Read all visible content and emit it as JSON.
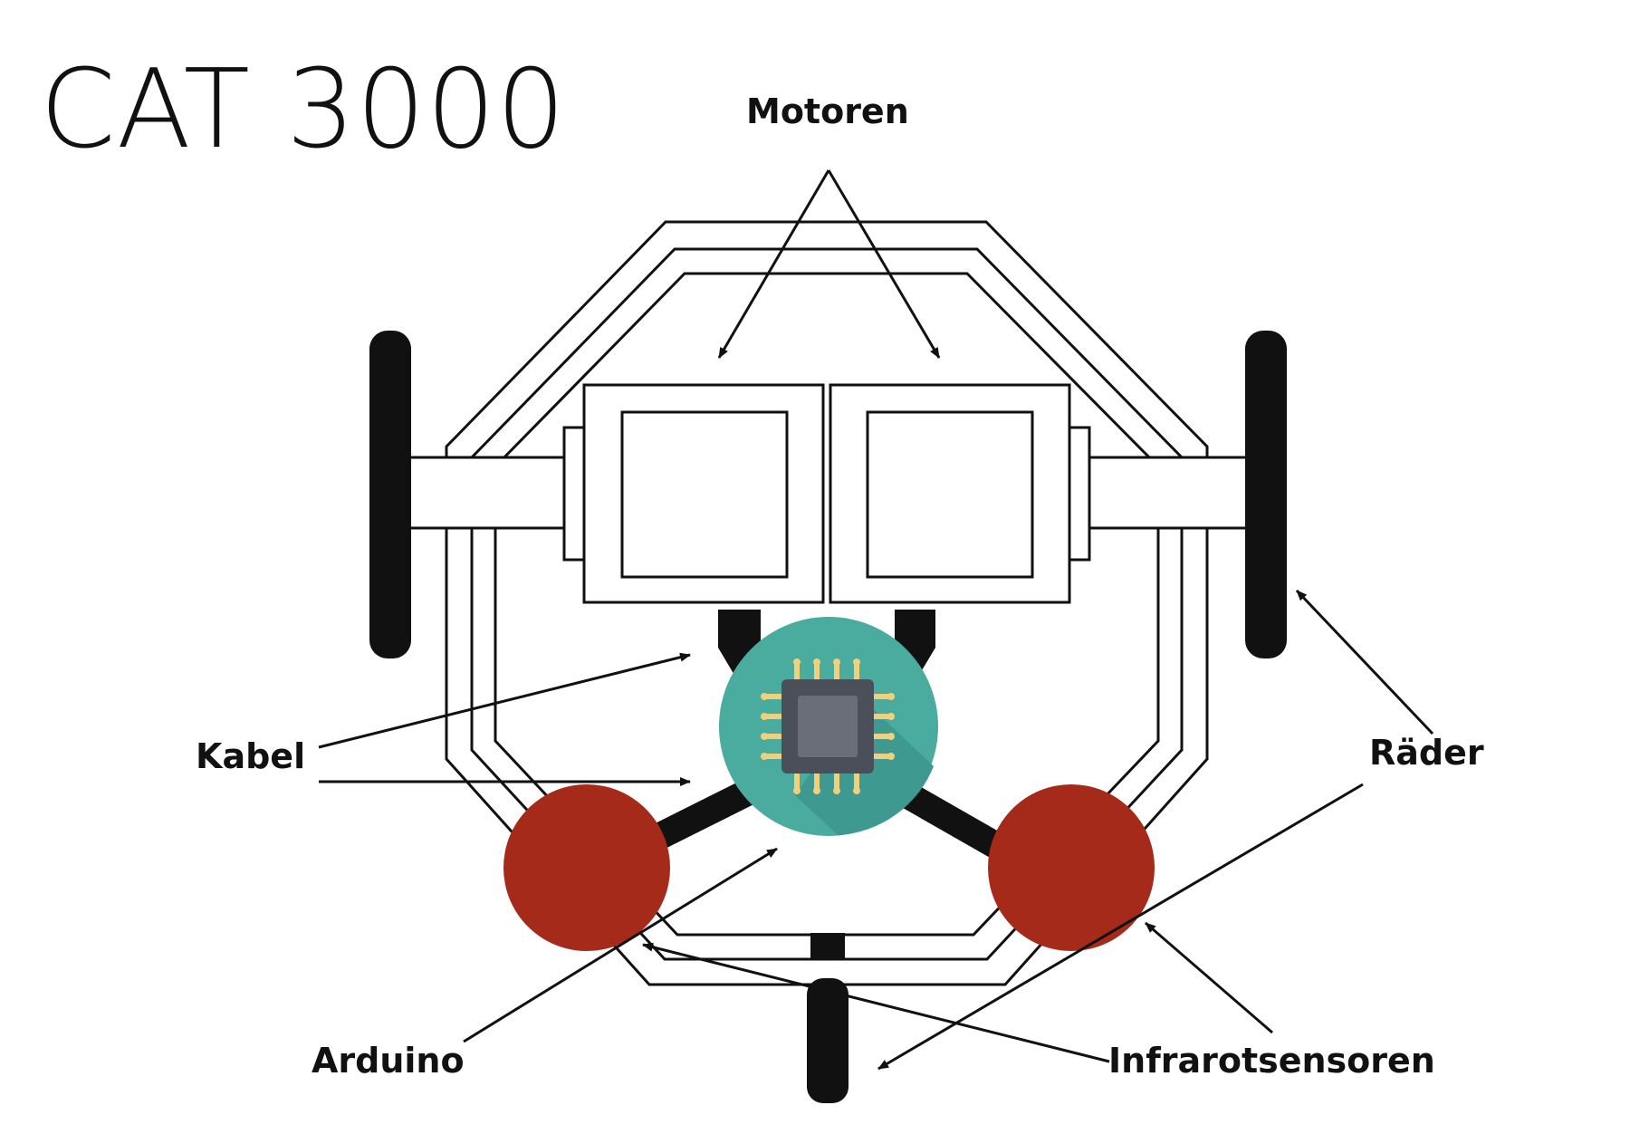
{
  "title": "CAT 3000",
  "labels": {
    "motoren": "Motoren",
    "kabel": "Kabel",
    "raeder": "Räder",
    "arduino": "Arduino",
    "infrarotsensoren": "Infrarotsensoren"
  },
  "icons": {
    "arduino": "microchip-icon"
  },
  "colors": {
    "line": "#111111",
    "sensor": "#a52a1a",
    "arduino_circle": "#4aab9f",
    "chip_body": "#4a4f5a",
    "chip_core": "#6a6e78",
    "chip_pin": "#f0d07a"
  }
}
